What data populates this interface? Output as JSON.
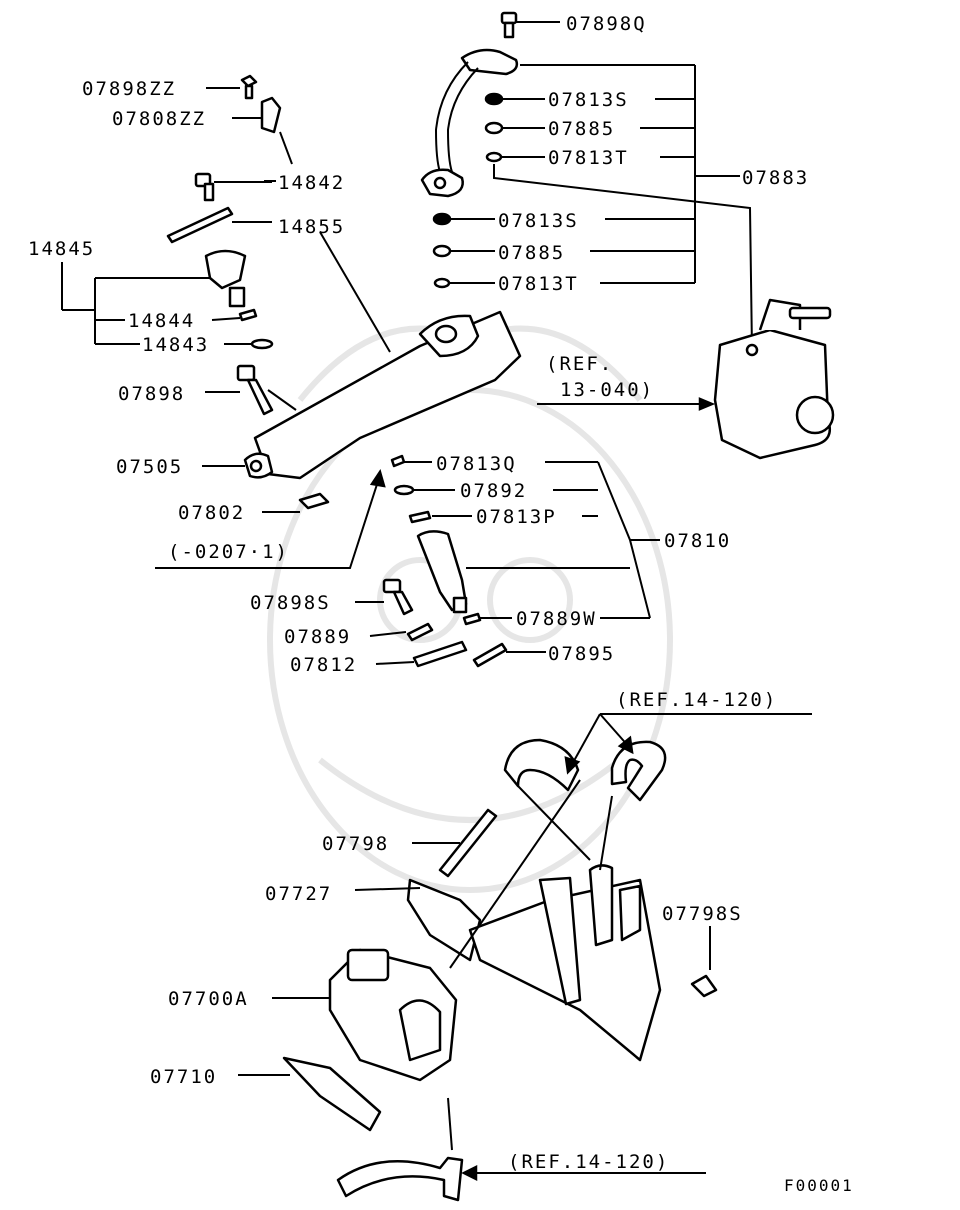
{
  "diagram": {
    "code": "F00001",
    "parts": {
      "p07898Q": "07898Q",
      "p07898ZZ": "07898ZZ",
      "p07808ZZ": "07808ZZ",
      "p14842": "14842",
      "p14855": "14855",
      "p14845": "14845",
      "p14844": "14844",
      "p14843": "14843",
      "p07898": "07898",
      "p07505": "07505",
      "p07802": "07802",
      "p07813S_a": "07813S",
      "p07885_a": "07885",
      "p07813T_a": "07813T",
      "p07883": "07883",
      "p07813S_b": "07813S",
      "p07885_b": "07885",
      "p07813T_b": "07813T",
      "p07813Q": "07813Q",
      "p07892": "07892",
      "p07813P": "07813P",
      "p07810": "07810",
      "p07898S": "07898S",
      "p07889W": "07889W",
      "p07889": "07889",
      "p07812": "07812",
      "p07895": "07895",
      "p07798": "07798",
      "p07727": "07727",
      "p07798S": "07798S",
      "p07700A": "07700A",
      "p07710": "07710"
    },
    "refs": {
      "ref_13_040_line1": "(REF.",
      "ref_13_040_line2": "13-040)",
      "ref_14_120_top": "(REF.14-120)",
      "ref_14_120_bottom": "(REF.14-120)",
      "date_note": "(-0207·1)"
    }
  }
}
